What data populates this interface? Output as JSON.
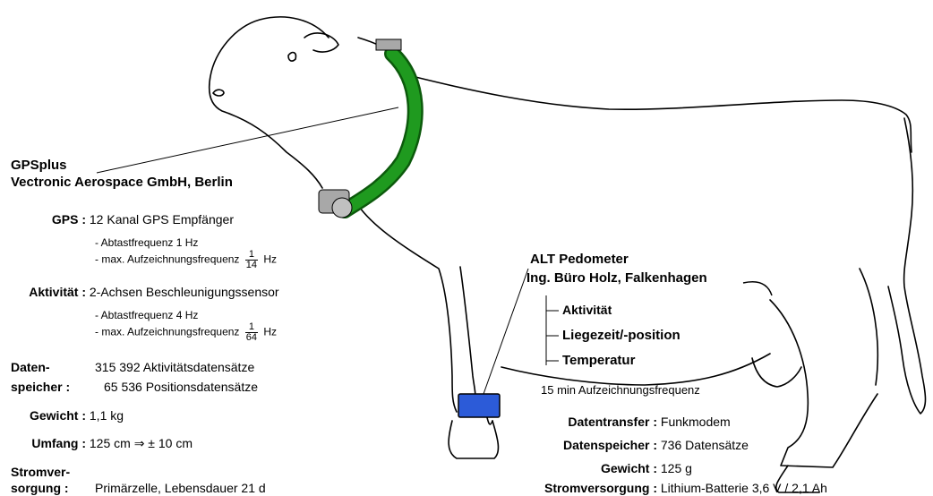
{
  "collar": {
    "title": "GPSplus",
    "maker": "Vectronic Aerospace GmbH, Berlin",
    "gps_label": "GPS :",
    "gps_value": "12 Kanal GPS Empfänger",
    "gps_sub1": "- Abtastfrequenz 1 Hz",
    "gps_sub2_prefix": "- max. Aufzeichnungsfrequenz",
    "gps_sub2_num": "1",
    "gps_sub2_den": "14",
    "gps_sub2_unit": "Hz",
    "activity_label": "Aktivität :",
    "activity_value": "2-Achsen Beschleunigungssensor",
    "activity_sub1": "- Abtastfrequenz 4 Hz",
    "activity_sub2_prefix": "- max. Aufzeichnungsfrequenz",
    "activity_sub2_num": "1",
    "activity_sub2_den": "64",
    "activity_sub2_unit": "Hz",
    "storage_label_1": "Daten-",
    "storage_label_2": "speicher :",
    "storage_value_1": "315 392 Aktivitätsdatensätze",
    "storage_value_2": "65 536 Positionsdatensätze",
    "weight_label": "Gewicht :",
    "weight_value": "1,1 kg",
    "girth_label": "Umfang :",
    "girth_value": "125 cm  ⇒  ± 10 cm",
    "power_label_1": "Stromver-",
    "power_label_2": "sorgung :",
    "power_value": "Primärzelle, Lebensdauer 21 d"
  },
  "pedometer": {
    "title": "ALT Pedometer",
    "maker": "Ing. Büro Holz, Falkenhagen",
    "measure_1": "Aktivität",
    "measure_2": "Liegezeit/-position",
    "measure_3": "Temperatur",
    "frequency": "15 min Aufzeichnungsfrequenz",
    "transfer_label": "Datentransfer :",
    "transfer_value": "Funkmodem",
    "storage_label": "Datenspeicher :",
    "storage_value": "736 Datensätze",
    "weight_label": "Gewicht :",
    "weight_value": "125 g",
    "power_label": "Stromversorgung :",
    "power_value": "Lithium-Batterie 3,6 V / 2,1 Ah"
  },
  "colors": {
    "collar_green": "#1f9a1f",
    "collar_dark": "#0c5a0c",
    "pedometer_blue": "#2c5bd8",
    "device_gray": "#a8a8a8",
    "outline": "#000000"
  }
}
